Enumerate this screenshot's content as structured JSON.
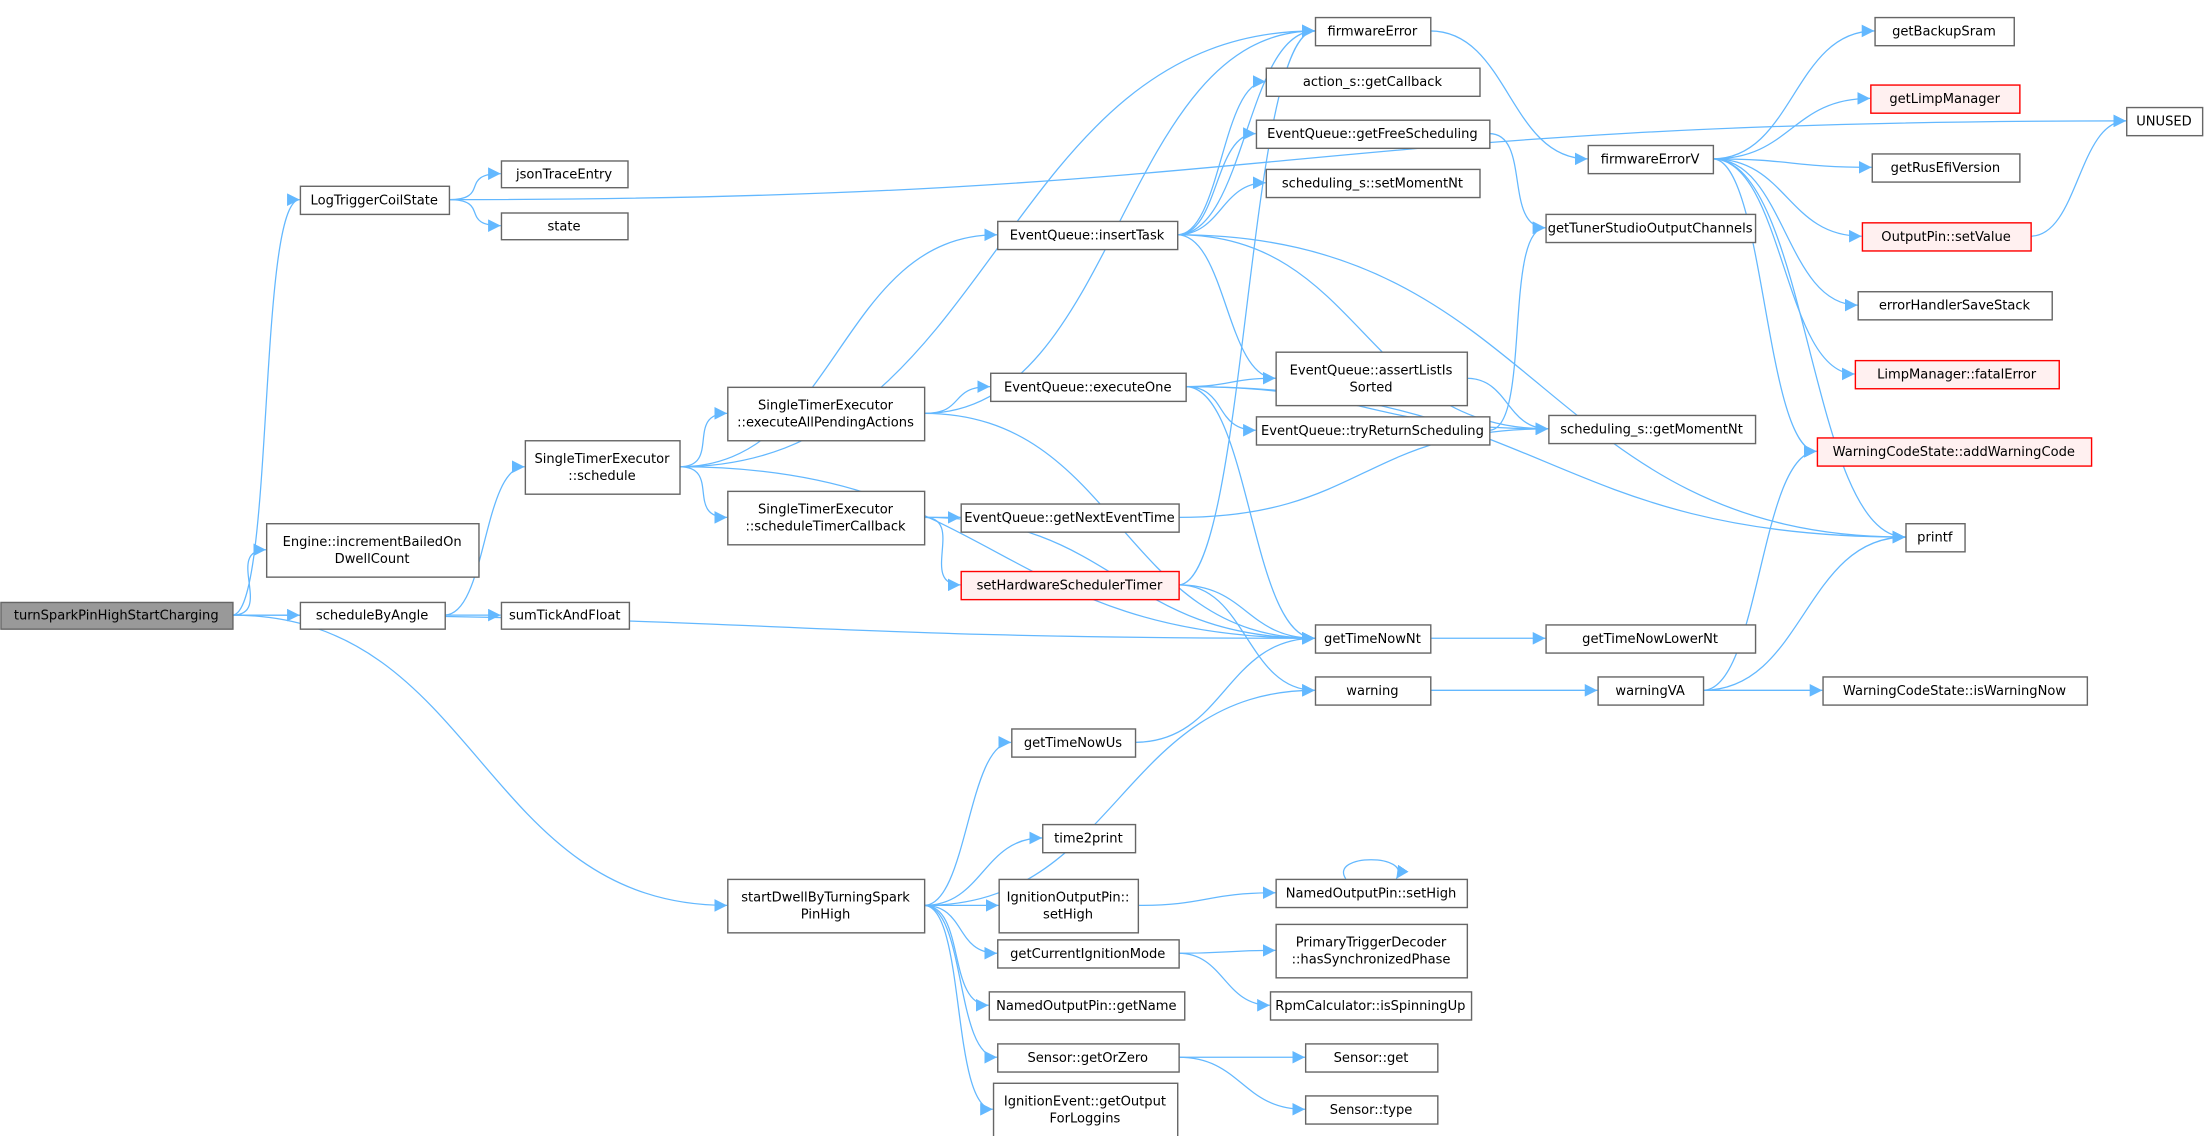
{
  "colors": {
    "edge": "#63b8ff",
    "box_border": "#666666",
    "root_fill": "#999999",
    "red_border": "#ff0000",
    "red_fill": "#fff0f0"
  },
  "nodes": [
    {
      "id": "turnSpark",
      "lines": [
        "turnSparkPinHighStartCharging"
      ],
      "style": "root"
    },
    {
      "id": "logTrigger",
      "lines": [
        "LogTriggerCoilState"
      ]
    },
    {
      "id": "jsonTrace",
      "lines": [
        "jsonTraceEntry"
      ]
    },
    {
      "id": "state",
      "lines": [
        "state"
      ]
    },
    {
      "id": "bailed",
      "lines": [
        "Engine::incrementBailedOn",
        "DwellCount"
      ]
    },
    {
      "id": "schedByAngle",
      "lines": [
        "scheduleByAngle"
      ]
    },
    {
      "id": "sumTick",
      "lines": [
        "sumTickAndFloat"
      ]
    },
    {
      "id": "schedule",
      "lines": [
        "SingleTimerExecutor",
        "::schedule"
      ]
    },
    {
      "id": "execAll",
      "lines": [
        "SingleTimerExecutor",
        "::executeAllPendingActions"
      ]
    },
    {
      "id": "schedTimerCb",
      "lines": [
        "SingleTimerExecutor",
        "::scheduleTimerCallback"
      ]
    },
    {
      "id": "startDwell",
      "lines": [
        "startDwellByTurningSpark",
        "PinHigh"
      ]
    },
    {
      "id": "firmwareError",
      "lines": [
        "firmwareError"
      ]
    },
    {
      "id": "getCallback",
      "lines": [
        "action_s::getCallback"
      ]
    },
    {
      "id": "getFreeSched",
      "lines": [
        "EventQueue::getFreeScheduling"
      ]
    },
    {
      "id": "setMomentNt",
      "lines": [
        "scheduling_s::setMomentNt"
      ]
    },
    {
      "id": "insertTask",
      "lines": [
        "EventQueue::insertTask"
      ]
    },
    {
      "id": "executeOne",
      "lines": [
        "EventQueue::executeOne"
      ]
    },
    {
      "id": "assertSorted",
      "lines": [
        "EventQueue::assertListIs",
        "Sorted"
      ]
    },
    {
      "id": "tryReturn",
      "lines": [
        "EventQueue::tryReturnScheduling"
      ]
    },
    {
      "id": "nextEvent",
      "lines": [
        "EventQueue::getNextEventTime"
      ]
    },
    {
      "id": "setHwTimer",
      "lines": [
        "setHardwareSchedulerTimer"
      ],
      "style": "red"
    },
    {
      "id": "timeNowNt",
      "lines": [
        "getTimeNowNt"
      ]
    },
    {
      "id": "warning",
      "lines": [
        "warning"
      ]
    },
    {
      "id": "timeNowUs",
      "lines": [
        "getTimeNowUs"
      ]
    },
    {
      "id": "time2print",
      "lines": [
        "time2print"
      ]
    },
    {
      "id": "ignSetHigh",
      "lines": [
        "IgnitionOutputPin::",
        "setHigh"
      ]
    },
    {
      "id": "ignMode",
      "lines": [
        "getCurrentIgnitionMode"
      ]
    },
    {
      "id": "getName",
      "lines": [
        "NamedOutputPin::getName"
      ]
    },
    {
      "id": "getOrZero",
      "lines": [
        "Sensor::getOrZero"
      ]
    },
    {
      "id": "getOutput",
      "lines": [
        "IgnitionEvent::getOutput",
        "ForLoggins"
      ]
    },
    {
      "id": "firmwareErrorV",
      "lines": [
        "firmwareErrorV"
      ]
    },
    {
      "id": "tsChannels",
      "lines": [
        "getTunerStudioOutputChannels"
      ]
    },
    {
      "id": "getMomentNt",
      "lines": [
        "scheduling_s::getMomentNt"
      ]
    },
    {
      "id": "lowerNt",
      "lines": [
        "getTimeNowLowerNt"
      ]
    },
    {
      "id": "warningVA",
      "lines": [
        "warningVA"
      ]
    },
    {
      "id": "namedSetHigh",
      "lines": [
        "NamedOutputPin::setHigh"
      ]
    },
    {
      "id": "syncPhase",
      "lines": [
        "PrimaryTriggerDecoder",
        "::hasSynchronizedPhase"
      ]
    },
    {
      "id": "spinningUp",
      "lines": [
        "RpmCalculator::isSpinningUp"
      ]
    },
    {
      "id": "sensorGet",
      "lines": [
        "Sensor::get"
      ]
    },
    {
      "id": "sensorType",
      "lines": [
        "Sensor::type"
      ]
    },
    {
      "id": "backupSram",
      "lines": [
        "getBackupSram"
      ]
    },
    {
      "id": "limpMgr",
      "lines": [
        "getLimpManager"
      ],
      "style": "red"
    },
    {
      "id": "rusEfiVer",
      "lines": [
        "getRusEfiVersion"
      ]
    },
    {
      "id": "setValue",
      "lines": [
        "OutputPin::setValue"
      ],
      "style": "red"
    },
    {
      "id": "saveStack",
      "lines": [
        "errorHandlerSaveStack"
      ]
    },
    {
      "id": "fatalError",
      "lines": [
        "LimpManager::fatalError"
      ],
      "style": "red"
    },
    {
      "id": "addWarning",
      "lines": [
        "WarningCodeState::addWarningCode"
      ],
      "style": "red"
    },
    {
      "id": "printf",
      "lines": [
        "printf"
      ]
    },
    {
      "id": "isWarningNow",
      "lines": [
        "WarningCodeState::isWarningNow"
      ]
    },
    {
      "id": "unused",
      "lines": [
        "UNUSED"
      ]
    }
  ],
  "edges": [
    [
      "turnSpark",
      "logTrigger"
    ],
    [
      "turnSpark",
      "bailed"
    ],
    [
      "turnSpark",
      "schedByAngle"
    ],
    [
      "turnSpark",
      "timeNowNt"
    ],
    [
      "turnSpark",
      "startDwell"
    ],
    [
      "logTrigger",
      "jsonTrace"
    ],
    [
      "logTrigger",
      "state"
    ],
    [
      "logTrigger",
      "unused"
    ],
    [
      "schedByAngle",
      "schedule"
    ],
    [
      "schedByAngle",
      "sumTick"
    ],
    [
      "schedule",
      "firmwareError"
    ],
    [
      "schedule",
      "insertTask"
    ],
    [
      "schedule",
      "execAll"
    ],
    [
      "schedule",
      "schedTimerCb"
    ],
    [
      "schedule",
      "timeNowNt"
    ],
    [
      "execAll",
      "firmwareError"
    ],
    [
      "execAll",
      "executeOne"
    ],
    [
      "execAll",
      "timeNowNt"
    ],
    [
      "schedTimerCb",
      "nextEvent"
    ],
    [
      "schedTimerCb",
      "setHwTimer"
    ],
    [
      "schedTimerCb",
      "timeNowNt"
    ],
    [
      "insertTask",
      "getCallback"
    ],
    [
      "insertTask",
      "getFreeSched"
    ],
    [
      "insertTask",
      "setMomentNt"
    ],
    [
      "insertTask",
      "assertSorted"
    ],
    [
      "insertTask",
      "getMomentNt"
    ],
    [
      "insertTask",
      "printf"
    ],
    [
      "insertTask",
      "firmwareError"
    ],
    [
      "executeOne",
      "assertSorted"
    ],
    [
      "executeOne",
      "tryReturn"
    ],
    [
      "executeOne",
      "getMomentNt"
    ],
    [
      "executeOne",
      "timeNowNt"
    ],
    [
      "executeOne",
      "printf"
    ],
    [
      "getFreeSched",
      "tsChannels"
    ],
    [
      "assertSorted",
      "getMomentNt"
    ],
    [
      "tryReturn",
      "tsChannels"
    ],
    [
      "nextEvent",
      "getMomentNt"
    ],
    [
      "setHwTimer",
      "firmwareError"
    ],
    [
      "setHwTimer",
      "timeNowNt"
    ],
    [
      "setHwTimer",
      "warning"
    ],
    [
      "firmwareError",
      "firmwareErrorV"
    ],
    [
      "timeNowNt",
      "lowerNt"
    ],
    [
      "warning",
      "warningVA"
    ],
    [
      "firmwareErrorV",
      "backupSram"
    ],
    [
      "firmwareErrorV",
      "limpMgr"
    ],
    [
      "firmwareErrorV",
      "rusEfiVer"
    ],
    [
      "firmwareErrorV",
      "setValue"
    ],
    [
      "firmwareErrorV",
      "saveStack"
    ],
    [
      "firmwareErrorV",
      "fatalError"
    ],
    [
      "firmwareErrorV",
      "addWarning"
    ],
    [
      "firmwareErrorV",
      "printf"
    ],
    [
      "setValue",
      "unused"
    ],
    [
      "warningVA",
      "addWarning"
    ],
    [
      "warningVA",
      "printf"
    ],
    [
      "warningVA",
      "isWarningNow"
    ],
    [
      "startDwell",
      "timeNowUs"
    ],
    [
      "startDwell",
      "warning"
    ],
    [
      "startDwell",
      "time2print"
    ],
    [
      "startDwell",
      "ignSetHigh"
    ],
    [
      "startDwell",
      "ignMode"
    ],
    [
      "startDwell",
      "getName"
    ],
    [
      "startDwell",
      "getOrZero"
    ],
    [
      "startDwell",
      "getOutput"
    ],
    [
      "timeNowUs",
      "timeNowNt"
    ],
    [
      "ignSetHigh",
      "namedSetHigh"
    ],
    [
      "namedSetHigh",
      "namedSetHigh"
    ],
    [
      "ignMode",
      "syncPhase"
    ],
    [
      "ignMode",
      "spinningUp"
    ],
    [
      "getOrZero",
      "sensorGet"
    ],
    [
      "getOrZero",
      "sensorType"
    ]
  ]
}
